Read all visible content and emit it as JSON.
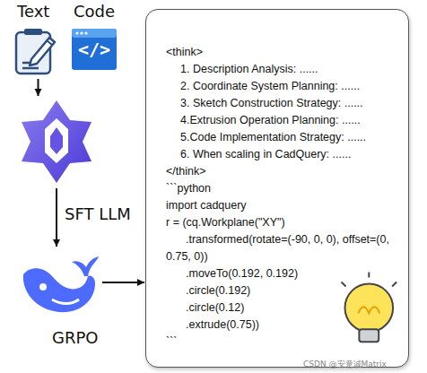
{
  "diagram": {
    "nodes": [
      {
        "text": [
          "Text"
        ]
      },
      {
        "text": [
          "Code"
        ]
      },
      {
        "text": [
          "SFT LLM"
        ]
      },
      {
        "text": [
          "GRPO"
        ]
      },
      {
        "text": [
          "<think>",
          "1. Description Analysis: ......",
          "2. Coordinate System Planning: ......",
          "3. Sketch Construction Strategy: ......",
          "4.Extrusion Operation Planning: ......",
          "5.Code Implementation Strategy: ......",
          "6. When scaling in CadQuery: ......",
          "</think>",
          "```python",
          "import cadquery",
          "r = (cq.Workplane(\"XY\")",
          ".transformed(rotate=(-90, 0, 0), offset=(0, 0.75, 0))",
          ".moveTo(0.192, 0.192)",
          ".circle(0.192)",
          ".circle(0.12)",
          ".extrude(0.75))",
          "```"
        ]
      }
    ],
    "edges": [
      {
        "from": 0,
        "to": 2,
        "arrow": "to"
      },
      {
        "from": 2,
        "to": 3,
        "arrow": "to"
      },
      {
        "from": 3,
        "to": 4,
        "arrow": "to"
      }
    ],
    "labels": [
      "</>",
      "CSDN @安意诚Matrix"
    ]
  }
}
